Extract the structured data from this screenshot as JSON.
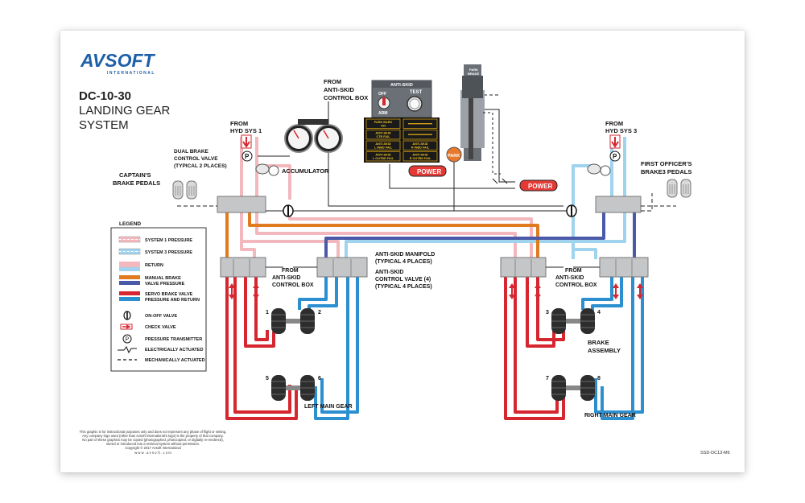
{
  "logo": {
    "word": "AVSOFT",
    "sub": "INTERNATIONAL",
    "color": "#1d5fa8"
  },
  "title": {
    "code": "DC-10-30",
    "line1": "LANDING GEAR",
    "line2": "SYSTEM"
  },
  "labels": {
    "from_anti_skid_box_1": "FROM",
    "from_anti_skid_box_2": "ANTI-SKID",
    "from_anti_skid_box_3": "CONTROL BOX",
    "from_hyd1_1": "FROM",
    "from_hyd1_2": "HYD SYS 1",
    "from_hyd3_1": "FROM",
    "from_hyd3_2": "HYD SYS 3",
    "dual_brake_1": "DUAL BRAKE",
    "dual_brake_2": "CONTROL VALVE",
    "dual_brake_3": "(TYPICAL 2 PLACES)",
    "accumulator": "ACCUMULATOR",
    "captains_1": "CAPTAIN'S",
    "captains_2": "BRAKE PEDALS",
    "fo_1": "FIRST OFFICER'S",
    "fo_2": "BRAKE3 PEDALS",
    "manifold_1": "ANTI-SKID MANIFOLD",
    "manifold_2": "(TYPICAL 4 PLACES)",
    "control_valve_1": "ANTI-SKID",
    "control_valve_2": "CONTROL VALVE (4)",
    "control_valve_3": "(TYPICAL 4 PLACES)",
    "left_from_1": "FROM",
    "left_from_2": "ANTI-SKID",
    "left_from_3": "CONTROL BOX",
    "right_from_1": "FROM",
    "right_from_2": "ANTI-SKID",
    "right_from_3": "CONTROL BOX",
    "brake_assembly_1": "BRAKE",
    "brake_assembly_2": "ASSEMBLY",
    "left_main_gear": "LEFT MAIN GEAR",
    "right_main_gear": "RIGHT MAIN GEAR",
    "wheel_1": "1",
    "wheel_2": "2",
    "wheel_3": "3",
    "wheel_4": "4",
    "wheel_5": "5",
    "wheel_6": "6",
    "wheel_7": "7",
    "wheel_8": "8"
  },
  "panel": {
    "title": "ANTI-SKID",
    "off": "OFF",
    "arm": "ARM",
    "test": "TEST",
    "annunciators": [
      {
        "l1": "PARK BARK",
        "l2": "ON"
      },
      {
        "l1": "",
        "l2": ""
      },
      {
        "l1": "ANTI-SKID",
        "l2": "CTR FAIL"
      },
      {
        "l1": "",
        "l2": ""
      },
      {
        "l1": "ANTI-SKID",
        "l2": "L INBD FAIL"
      },
      {
        "l1": "ANTI-SKID",
        "l2": "R INBD FAIL"
      },
      {
        "l1": "ANTI-SKID",
        "l2": "L OUTBD FAIL"
      },
      {
        "l1": "ANTI-SKID",
        "l2": "R OUTBD FAIL"
      }
    ],
    "power1": "POWER",
    "power2": "POWER",
    "park": "PARK",
    "park_brake_1": "PARK",
    "park_brake_2": "BRAKE"
  },
  "legend": {
    "title": "LEGEND",
    "items": [
      {
        "label": "SYSTEM 1 PRESSURE",
        "color": "#f2b8bd"
      },
      {
        "label": "SYSTEM 3 PRESSURE",
        "color": "#9fd3ee"
      },
      {
        "label": "RETURN",
        "color": "#f2b8bd"
      },
      {
        "label": "MANUAL BRAKE",
        "label2": "VALVE PRESSURE",
        "color": "#e07b1f",
        "color2": "#4a5aa8"
      },
      {
        "label": "SERVO BRAKE VALVE",
        "label2": "PRESSURE AND RETURN",
        "color": "#d6262f",
        "color2": "#2b8fd0"
      },
      {
        "label": "ON-OFF VALVE"
      },
      {
        "label": "CHECK VALVE"
      },
      {
        "label": "PRESSURE TRANSMITTER",
        "symbol": "P"
      },
      {
        "label": "ELECTRICALLY ACTUATED"
      },
      {
        "label": "MECHANICALLY ACTUATED"
      }
    ]
  },
  "footer": {
    "l1": "This graphic is for instructional purposes only and does not represent any phase of flight or setting.",
    "l2": "Any company logo used (other than Avsoft International's logo) is the property of that company.",
    "l3": "No part of these graphics may be copied (photographed, photocopied, or digitally re-rendered),",
    "l4": "stored or introduced into a retrieval system without permission.",
    "l5": "Copyright © 2017 Avsoft International",
    "l6": "w w w . a v s o f t . c o m",
    "code": "SSD-DC13-M6"
  },
  "colors": {
    "sys1": "#f2b8bd",
    "sys3": "#9fd3ee",
    "orange": "#e07b1f",
    "navy": "#4a5aa8",
    "red": "#d6262f",
    "blue": "#2b8fd0",
    "block": "#c4c6c8",
    "panel": "#6b7077"
  }
}
